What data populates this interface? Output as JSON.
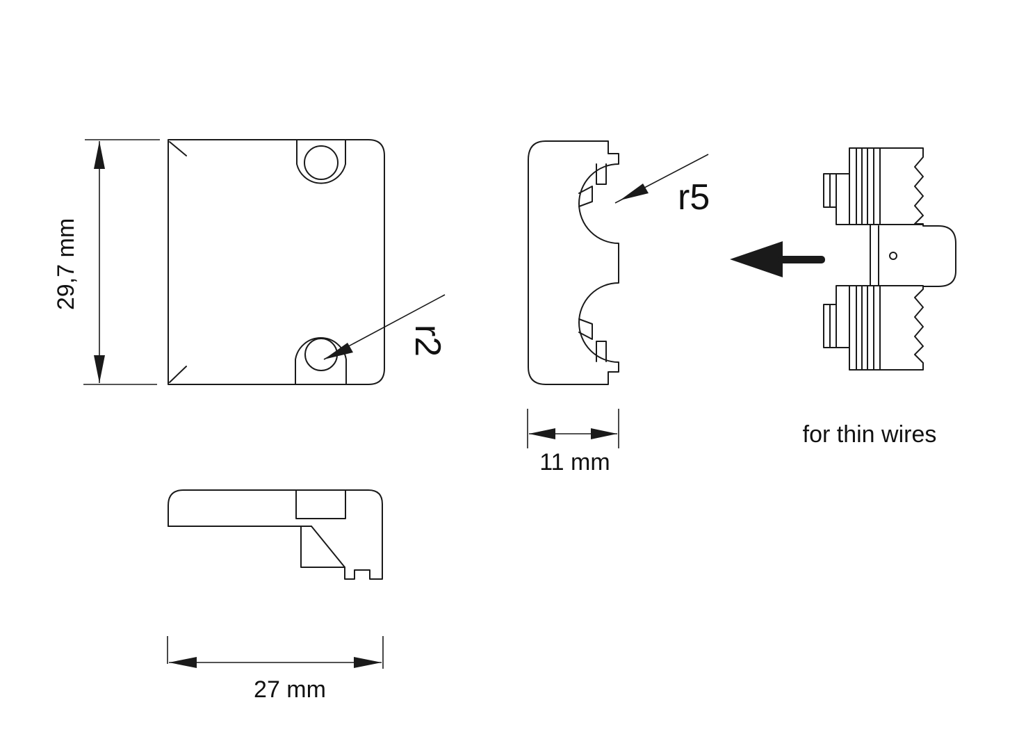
{
  "dimensions": {
    "height_label": "29,7 mm",
    "width_label": "27 mm",
    "depth_label": "11 mm"
  },
  "radii": {
    "hole_radius_label": "r2",
    "groove_radius_label": "r5"
  },
  "note": "for thin wires"
}
